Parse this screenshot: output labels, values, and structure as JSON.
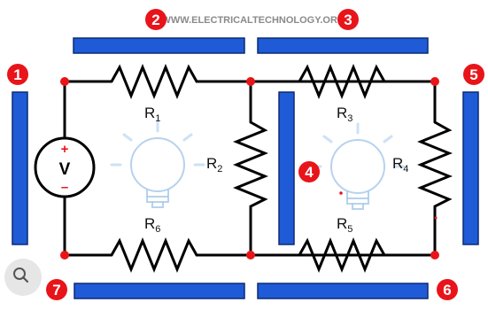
{
  "site_text": "WWW.ELECTRICALTECHNOLOGY.ORG",
  "badges": [
    "1",
    "2",
    "3",
    "4",
    "5",
    "6",
    "7"
  ],
  "resistors": {
    "r1": {
      "main": "R",
      "sub": "1"
    },
    "r2": {
      "main": "R",
      "sub": "2"
    },
    "r3": {
      "main": "R",
      "sub": "3"
    },
    "r4": {
      "main": "R",
      "sub": "4"
    },
    "r5": {
      "main": "R",
      "sub": "5"
    },
    "r6": {
      "main": "R",
      "sub": "6"
    }
  },
  "source": {
    "plus": "+",
    "letter": "V",
    "minus": "–"
  },
  "colors": {
    "bar": "#1f5bd6",
    "badge": "#e8141a",
    "node": "#e8141a",
    "bulb": "#9fc3e8"
  },
  "icons": [
    "lightbulb-icon",
    "lens-search-icon"
  ]
}
